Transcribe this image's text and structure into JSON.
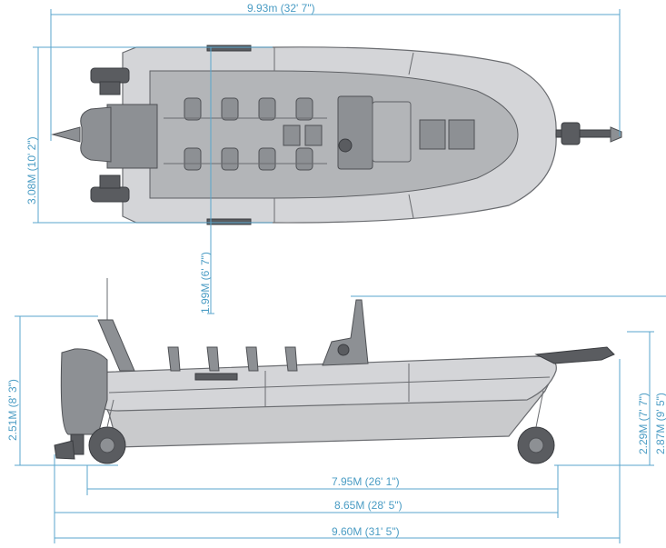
{
  "dimensions": {
    "overall_length_top": "9.93m (32' 7\")",
    "beam": "3.08M (10' 2\")",
    "height_wheels_down": "1.99M (6' 7\")",
    "height_side_left": "2.51M (8' 3\")",
    "height_side_right_inner": "2.29M (7' 7\")",
    "height_side_right_outer": "2.87M (9' 5\")",
    "length_waterline": "7.95M (26' 1\")",
    "length_hull": "8.65M (28' 5\")",
    "length_overall_side": "9.60M (31' 5\")"
  },
  "colors": {
    "dimension_line": "#5aa6cc",
    "hull": "#c9cacc",
    "outline": "#6a6c70"
  }
}
